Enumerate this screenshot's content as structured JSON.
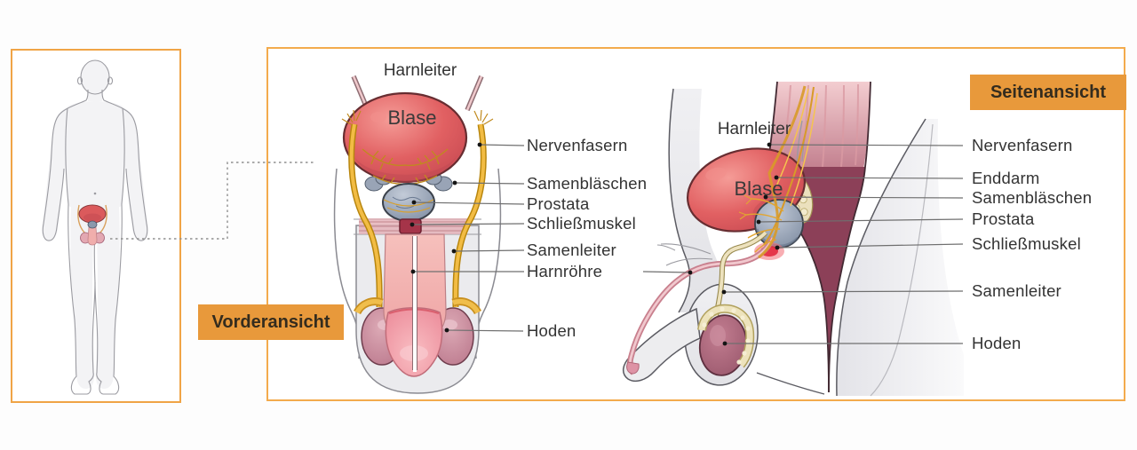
{
  "front_view": {
    "heading": "Vorderansicht",
    "harnleiter_label": "Harnleiter",
    "blase_label": "Blase",
    "labels": [
      {
        "text": "Nervenfasern"
      },
      {
        "text": "Samenbläschen"
      },
      {
        "text": "Prostata"
      },
      {
        "text": "Schließmuskel"
      },
      {
        "text": "Samenleiter"
      },
      {
        "text": "Harnröhre"
      },
      {
        "text": "Hoden"
      }
    ]
  },
  "side_view": {
    "heading": "Seitenansicht",
    "harnleiter_label": "Harnleiter",
    "blase_label": "Blase",
    "labels": [
      {
        "text": "Nervenfasern"
      },
      {
        "text": "Enddarm"
      },
      {
        "text": "Samenbläschen"
      },
      {
        "text": "Prostata"
      },
      {
        "text": "Schließmuskel"
      },
      {
        "text": "Samenleiter"
      },
      {
        "text": "Hoden"
      }
    ]
  },
  "colors": {
    "accent_orange": "#E8993B",
    "panel_border_orange": "#F3AB4D",
    "heading_text": "#342C1E",
    "label_text": "#333333",
    "leader_line": "#6F6F6F",
    "bladder_red": "#DE5A5C",
    "prostate_blue_gray": "#8593A8",
    "nerve_yellow": "#F2BC44",
    "rectum_maroon": "#8C4058",
    "silhouette_gray": "#ECECEF"
  }
}
